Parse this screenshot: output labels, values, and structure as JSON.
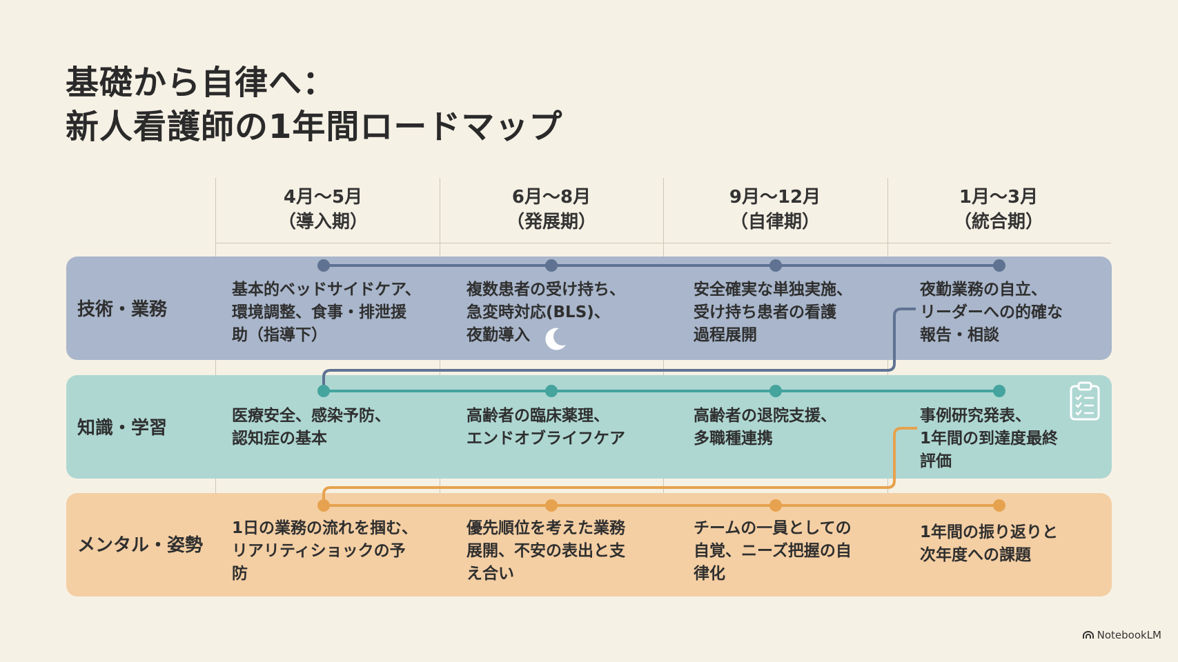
{
  "title": {
    "line1": "基礎から自律へ：",
    "line2": "新人看護師の1年間ロードマップ"
  },
  "columns": [
    {
      "period": "4月〜5月",
      "phase": "（導入期）"
    },
    {
      "period": "6月〜8月",
      "phase": "（発展期）"
    },
    {
      "period": "9月〜12月",
      "phase": "（自律期）"
    },
    {
      "period": "1月〜3月",
      "phase": "（統合期）"
    }
  ],
  "rows": [
    {
      "label": "技術・業務",
      "color": "#a9b6cb",
      "node_color": "#5f7292",
      "cells": [
        [
          "基本的ベッドサイドケア、",
          "環境調整、食事・排泄援",
          "助（指導下）"
        ],
        [
          "複数患者の受け持ち、",
          "急変時対応(BLS)、",
          "夜勤導入"
        ],
        [
          "安全確実な単独実施、",
          "受け持ち患者の看護",
          "過程展開"
        ],
        [
          "夜勤業務の自立、",
          "リーダーへの的確な",
          "報告・相談"
        ]
      ]
    },
    {
      "label": "知識・学習",
      "color": "#aed7d2",
      "node_color": "#45a49d",
      "cells": [
        [
          "医療安全、感染予防、",
          "認知症の基本"
        ],
        [
          "高齢者の臨床薬理、",
          "エンドオブライフケア"
        ],
        [
          "高齢者の退院支援、",
          "多職種連携"
        ],
        [
          "事例研究発表、",
          "1年間の到達度最終",
          "評価"
        ]
      ]
    },
    {
      "label": "メンタル・姿勢",
      "color": "#f4cfa4",
      "node_color": "#e6a24e",
      "cells": [
        [
          "1日の業務の流れを掴む、",
          "リアリティショックの予",
          "防"
        ],
        [
          "優先順位を考えた業務",
          "展開、不安の表出と支",
          "え合い"
        ],
        [
          "チームの一員としての",
          "自覚、ニーズ把握の自",
          "律化"
        ],
        [
          "1年間の振り返りと",
          "次年度への課題"
        ]
      ]
    }
  ],
  "icons": {
    "moon": "moon-icon",
    "clipboard": "clipboard-checklist-icon",
    "brand": "notebooklm-logo-icon"
  },
  "brand": "NotebookLM"
}
